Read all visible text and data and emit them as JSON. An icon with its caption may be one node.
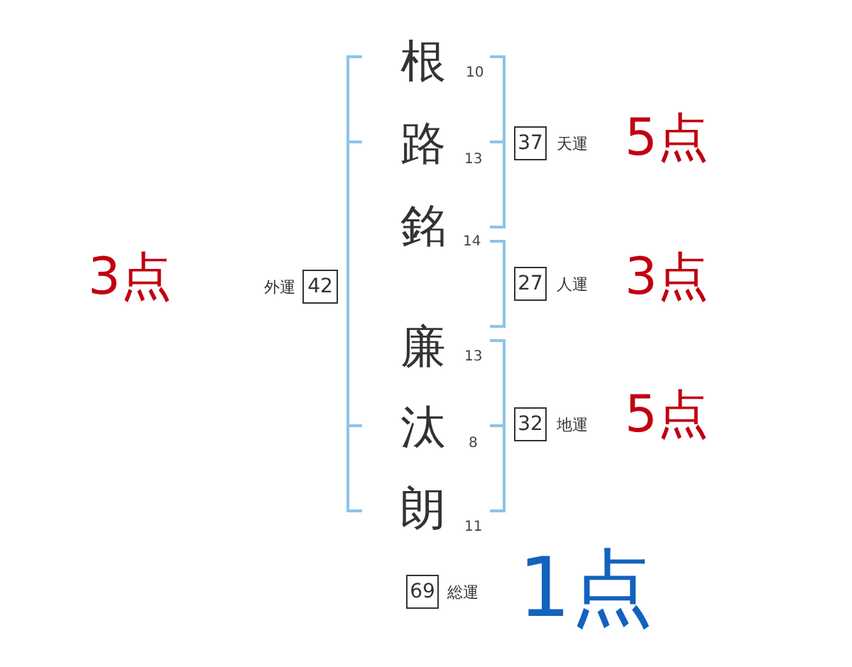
{
  "diagram": {
    "nodes": [
      {
        "text": [
          "37"
        ],
        "beside": [
          "天運"
        ]
      },
      {
        "text": [
          "42"
        ],
        "beside": [
          "外運"
        ]
      },
      {
        "text": [
          "27"
        ],
        "beside": [
          "人運"
        ]
      },
      {
        "text": [
          "32"
        ],
        "beside": [
          "地運"
        ]
      },
      {
        "text": [
          "69"
        ],
        "beside": [
          "総運"
        ]
      }
    ],
    "labels": [
      "根",
      "10",
      "5点",
      "路",
      "13",
      "銘",
      "14",
      "3点",
      "3点",
      "廉",
      "13",
      "5点",
      "汰",
      "8",
      "朗",
      "11",
      "1点"
    ]
  }
}
